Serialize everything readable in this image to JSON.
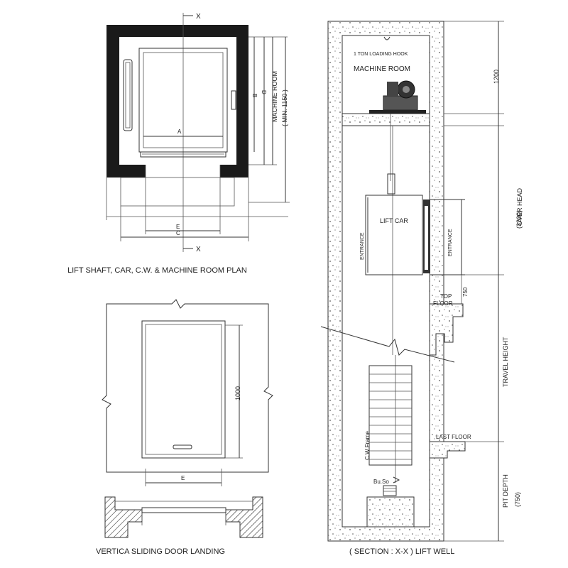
{
  "plan": {
    "caption": "LIFT SHAFT, CAR, C.W. & MACHINE ROOM PLAN",
    "section_marker": "X",
    "dim_a": "A",
    "dim_b": "B",
    "dim_d": "D",
    "dim_e": "E",
    "dim_c": "C",
    "machine_room_label": "MACHINE ROOM",
    "machine_room_min": "( MIN. 1150 )"
  },
  "door_elevation": {
    "dim_height": "1000",
    "dim_width": "E"
  },
  "door_landing": {
    "caption": "VERTICA SLIDING DOOR LANDING"
  },
  "section": {
    "caption": "( SECTION : X-X ) LIFT WELL",
    "loading_hook": "1 TON LOADING HOOK",
    "machine_room": "MACHINE ROOM",
    "machine_room_height": "1200",
    "lift_car": "LIFT CAR",
    "entrance_left": "ENTRANCE",
    "entrance_right": "ENTRANCE",
    "over_head": "OVER HEAD",
    "over_head_value": "(3200)",
    "top_floor_line1": "TOP",
    "top_floor_line2": "FLOOR",
    "top_floor_dim": "750",
    "travel_height": "TRAVEL HEIGHT",
    "cw_frame": "C.W Frame",
    "last_floor": "LAST FLOOR",
    "buffer": "Bu.So",
    "pit_depth": "PIT DEPTH",
    "pit_depth_value": "(750)"
  }
}
